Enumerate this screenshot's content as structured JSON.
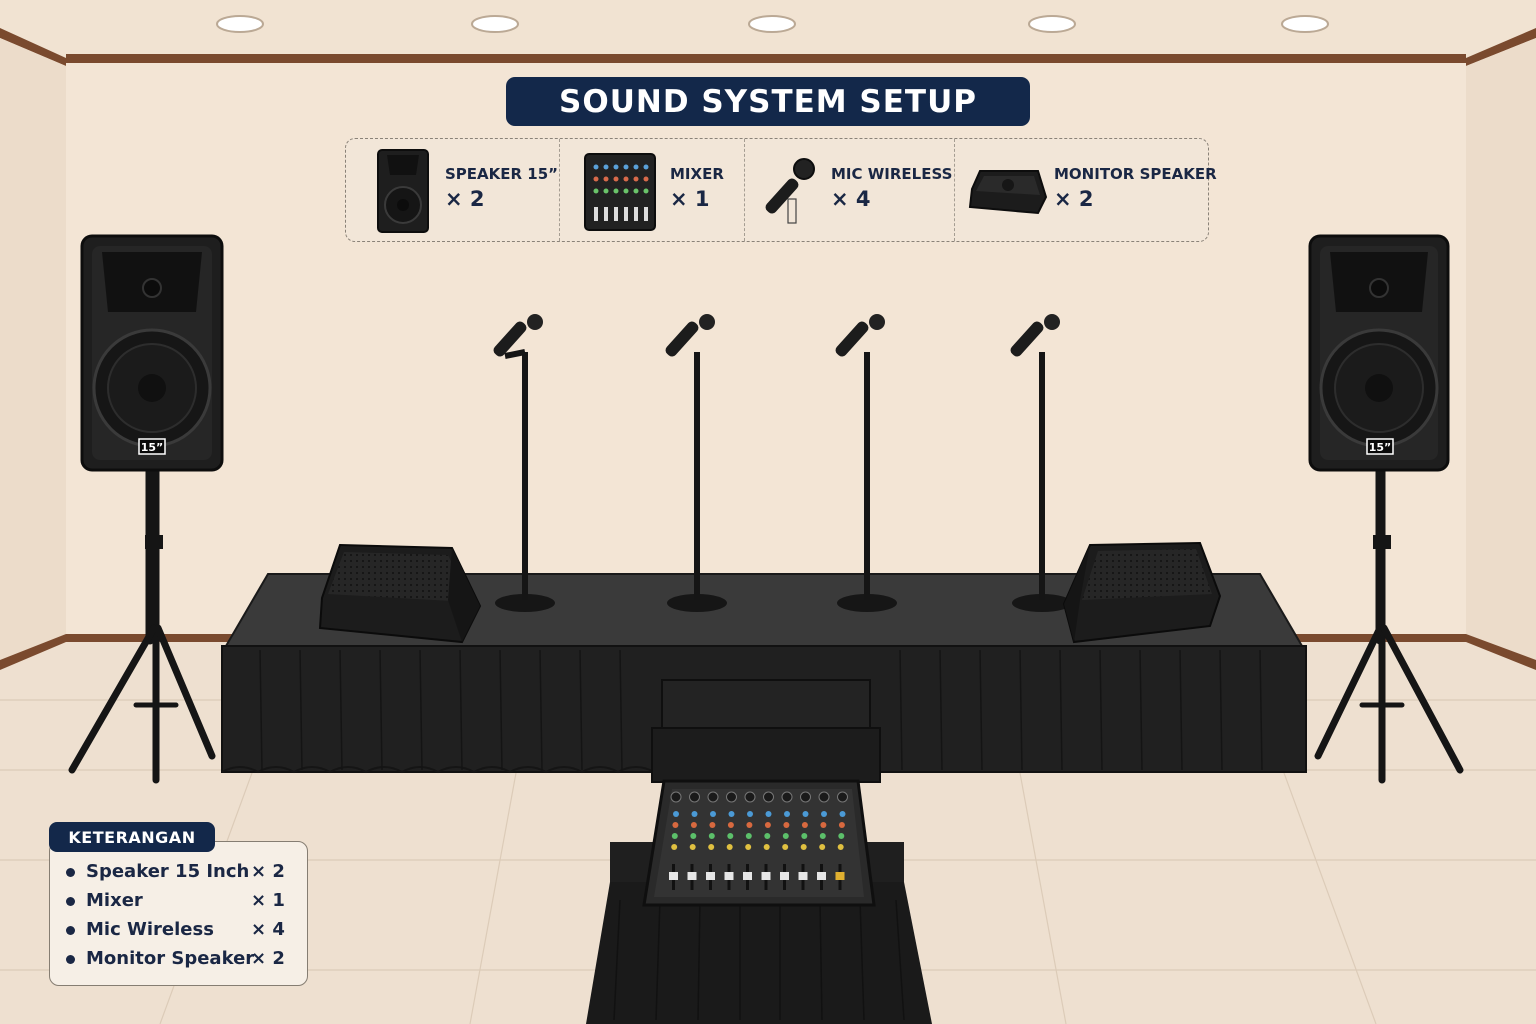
{
  "title": "SOUND SYSTEM SETUP",
  "colors": {
    "title_bg": "#13284a",
    "text_dark": "#1a2744",
    "wall": "#f3e4d3",
    "floor": "#eee0d0",
    "trim": "#7a4a2e",
    "equipment": "#1e1e1e"
  },
  "inventory": [
    {
      "name": "SPEAKER 15”",
      "qty": "× 2",
      "icon": "speaker-icon"
    },
    {
      "name": "MIXER",
      "qty": "× 1",
      "icon": "mixer-icon"
    },
    {
      "name": "MIC WIRELESS",
      "qty": "× 4",
      "icon": "microphone-icon"
    },
    {
      "name": "MONITOR SPEAKER",
      "qty": "× 2",
      "icon": "monitor-speaker-icon"
    }
  ],
  "speaker_badge": "15”",
  "legend": {
    "title": "KETERANGAN",
    "items": [
      {
        "label": "Speaker 15 Inch",
        "qty": "× 2"
      },
      {
        "label": "Mixer",
        "qty": "× 1"
      },
      {
        "label": "Mic Wireless",
        "qty": "× 4"
      },
      {
        "label": "Monitor Speaker",
        "qty": "× 2"
      }
    ]
  }
}
